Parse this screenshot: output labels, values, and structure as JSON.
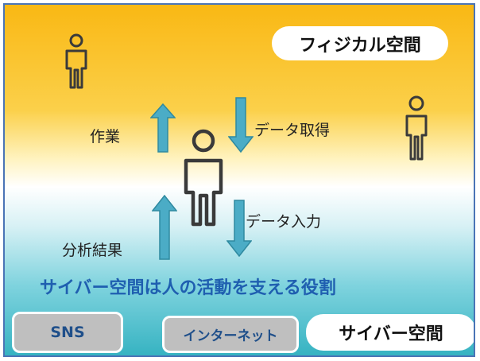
{
  "physical_space_label": "フィジカル空間",
  "cyber_space_label": "サイバー空間",
  "headline": "サイバー空間は人の活動を支える役割",
  "arrows": {
    "work_label": "作業",
    "data_acquisition_label": "データ取得",
    "data_input_label": "データ入力",
    "analysis_result_label": "分析結果"
  },
  "cyber_items": [
    "SNS",
    "インターネット"
  ],
  "colors": {
    "arrow_fill": "#4bacc6",
    "arrow_stroke": "#2f8aa0",
    "person_stroke": "#3a3a3a",
    "headline": "#1f5fb0",
    "frame_border": "#4a74b6"
  }
}
